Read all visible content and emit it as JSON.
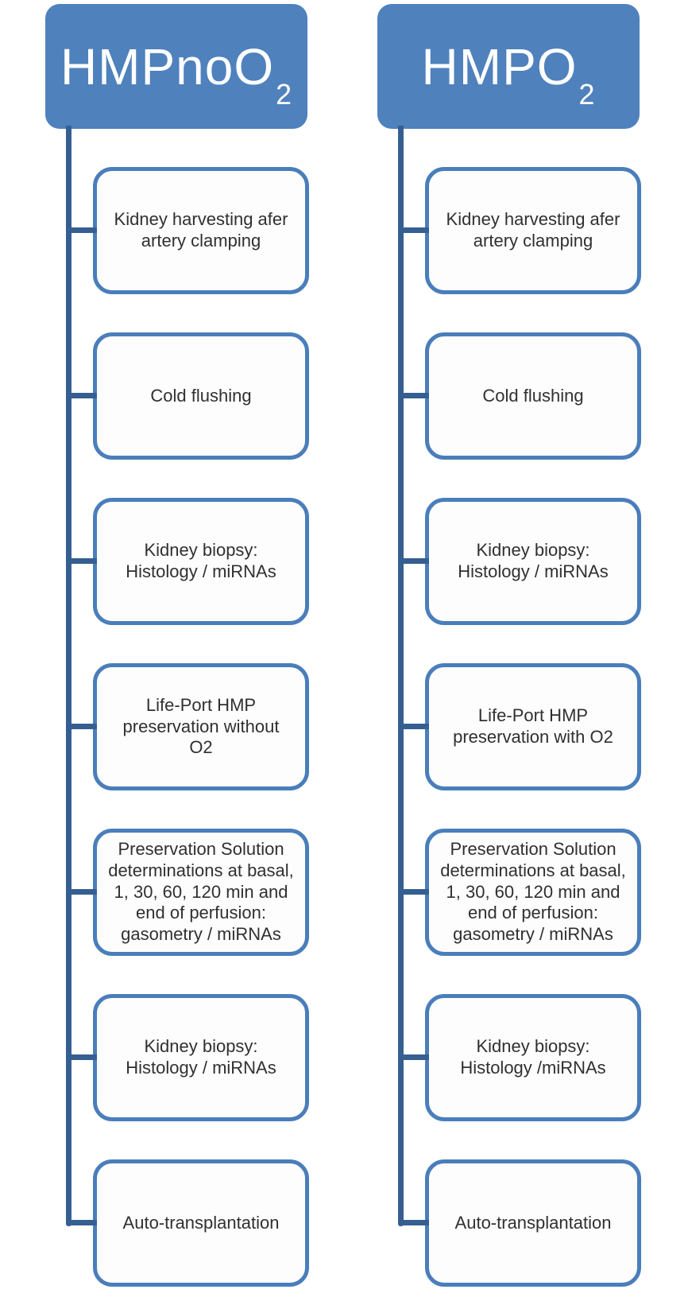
{
  "diagram": {
    "colors": {
      "header_fill": "#4f81bd",
      "header_text": "#ffffff",
      "box_border": "#4a7ebb",
      "box_fill": "#fdfdfd",
      "connector": "#365f91",
      "text": "#303030"
    },
    "columns": [
      {
        "title_main": "HMPnoO",
        "title_sub": "2",
        "steps": [
          {
            "label": "Kidney harvesting afer\nartery clamping"
          },
          {
            "label": "Cold flushing"
          },
          {
            "label": "Kidney biopsy:\nHistology / miRNAs"
          },
          {
            "label": "Life-Port HMP\npreservation without\nO2"
          },
          {
            "label": "Preservation Solution\ndeterminations at basal,\n1, 30, 60, 120 min and\nend of perfusion:\ngasometry / miRNAs"
          },
          {
            "label": "Kidney biopsy:\nHistology / miRNAs"
          },
          {
            "label": "Auto-transplantation"
          }
        ]
      },
      {
        "title_main": "HMPO",
        "title_sub": "2",
        "steps": [
          {
            "label": "Kidney harvesting afer\nartery clamping"
          },
          {
            "label": "Cold flushing"
          },
          {
            "label": "Kidney biopsy:\nHistology / miRNAs"
          },
          {
            "label": "Life-Port HMP\npreservation with O2"
          },
          {
            "label": "Preservation Solution\ndeterminations at basal,\n1, 30, 60, 120 min and\nend of perfusion:\ngasometry / miRNAs"
          },
          {
            "label": "Kidney biopsy:\nHistology /miRNAs"
          },
          {
            "label": "Auto-transplantation"
          }
        ]
      }
    ]
  }
}
